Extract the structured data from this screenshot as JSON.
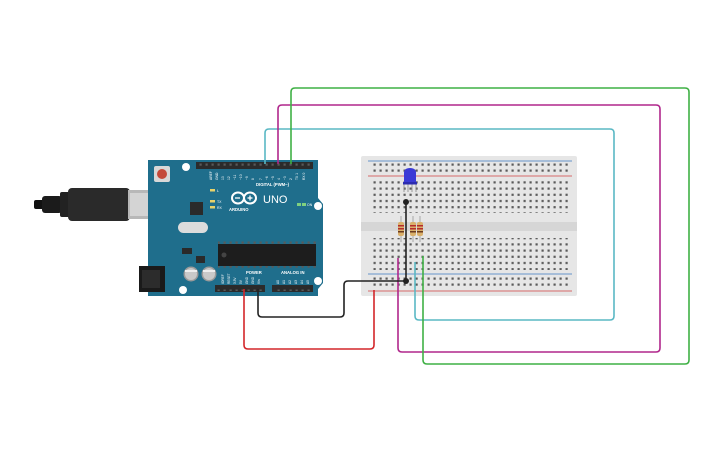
{
  "board": {
    "name": "UNO",
    "brand": "ARDUINO",
    "digital_label": "DIGITAL (PWM~)",
    "power_label": "POWER",
    "analog_label": "ANALOG IN",
    "tx_label": "TX",
    "rx_label": "RX",
    "l_label": "L",
    "on_label": "ON",
    "aref_label": "AREF",
    "gnd_label": "GND",
    "digital_pins": [
      "13",
      "12",
      "~11",
      "~10",
      "~9",
      "8",
      "7",
      "~6",
      "~5",
      "4",
      "~3",
      "2",
      "TX 1",
      "RX 0"
    ],
    "power_pins": [
      "IOREF",
      "RESET",
      "3.3V",
      "5V",
      "GND",
      "GND",
      "Vin"
    ],
    "analog_pins": [
      "A0",
      "A1",
      "A2",
      "A3",
      "A4",
      "A5"
    ]
  },
  "colors": {
    "board": "#1f6e8c",
    "wire_green": "#3fb045",
    "wire_magenta": "#b0278c",
    "wire_cyan": "#5ab8c4",
    "wire_red": "#d3262a",
    "wire_black": "#222222",
    "led": "#3a3ad6",
    "breadboard": "#e6e6e6"
  }
}
